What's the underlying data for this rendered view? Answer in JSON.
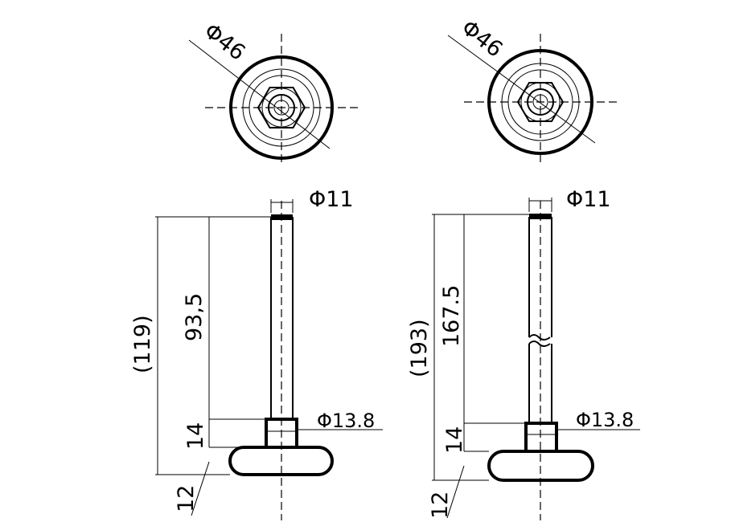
{
  "left_part": {
    "diameter_top": "Φ46",
    "stem_diameter": "Φ11",
    "neck_diameter": "Φ13.8",
    "overall_length": "(119)",
    "stem_length": "93,5",
    "neck_height": "14",
    "base_height": "12"
  },
  "right_part": {
    "diameter_top": "Φ46",
    "stem_diameter": "Φ11",
    "neck_diameter": "Φ13.8",
    "overall_length": "(193)",
    "stem_length": "167.5",
    "neck_height": "14",
    "base_height": "12"
  }
}
